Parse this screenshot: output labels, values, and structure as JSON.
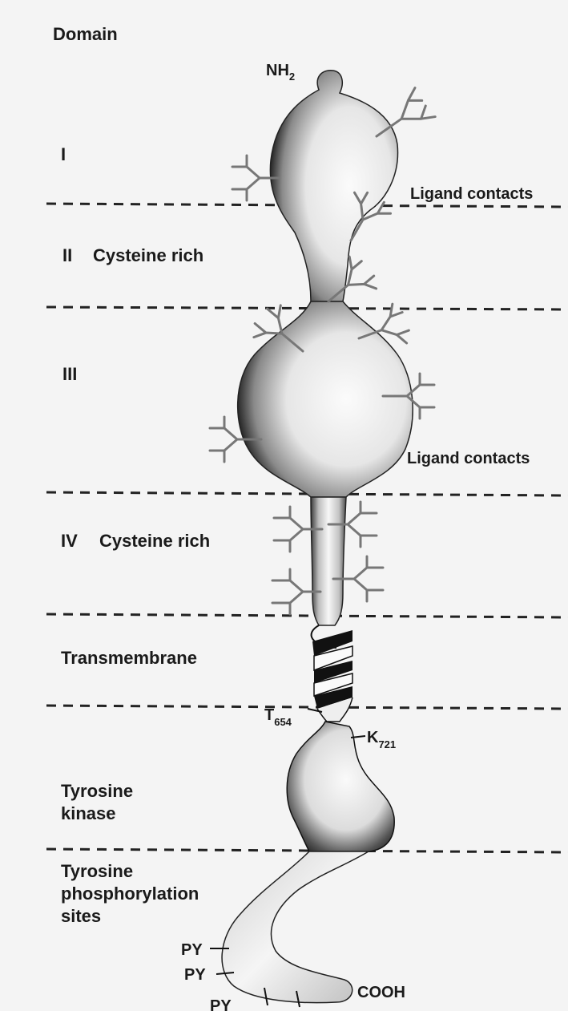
{
  "heading": "Domain",
  "domains": [
    {
      "numeral": "I",
      "name": ""
    },
    {
      "numeral": "II",
      "name": "Cysteine rich"
    },
    {
      "numeral": "III",
      "name": ""
    },
    {
      "numeral": "IV",
      "name": "Cysteine rich"
    }
  ],
  "regions": {
    "transmembrane": "Transmembrane",
    "kinase_line1": "Tyrosine",
    "kinase_line2": "kinase",
    "phos_line1": "Tyrosine",
    "phos_line2": "phosphorylation",
    "phos_line3": "sites"
  },
  "annotations": {
    "ligand_contacts_1": "Ligand contacts",
    "ligand_contacts_2": "Ligand contacts",
    "nterm_main": "NH",
    "nterm_sub": "2",
    "cterm": "COOH",
    "t_main": "T",
    "t_sub": "654",
    "k_main": "K",
    "k_sub": "721",
    "py1": "PY",
    "py2": "PY",
    "py3": "PY"
  },
  "colors": {
    "background": "#f4f4f4",
    "ink": "#1a1a1a",
    "glycan": "#777777"
  }
}
